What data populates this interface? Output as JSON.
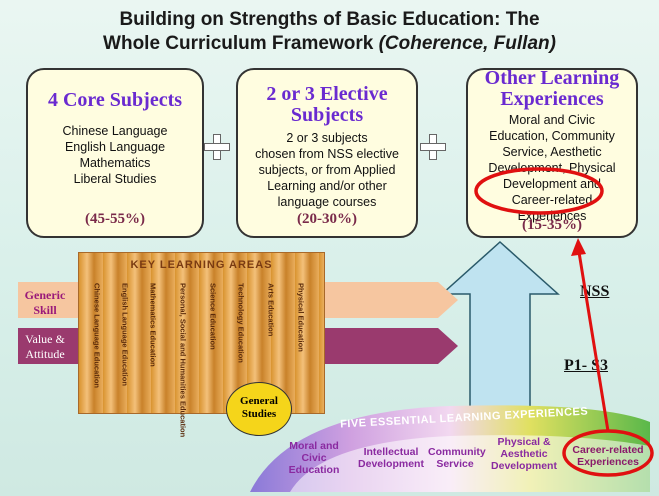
{
  "title": {
    "line1": "Building on Strengths of Basic Education: The",
    "line2": "Whole Curriculum Framework",
    "credit": "(Coherence, Fullan)"
  },
  "boxes": [
    {
      "head": "4 Core Subjects",
      "lines": [
        "Chinese Language",
        "English Language",
        "Mathematics",
        "Liberal Studies"
      ],
      "pct": "(45-55%)"
    },
    {
      "head": "2 or 3 Elective Subjects",
      "lines": [
        "2 or 3 subjects",
        "chosen from NSS elective",
        "subjects, or from Applied",
        "Learning and/or other",
        "language courses"
      ],
      "pct": "(20-30%)"
    },
    {
      "head": "Other Learning Experiences",
      "lines": [
        "Moral and Civic",
        "Education, Community",
        "Service, Aesthetic",
        "Development, Physical",
        "Development and",
        "Career-related",
        "Experiences"
      ],
      "pct": "(15-35%)"
    }
  ],
  "kla": {
    "heading": "KEY LEARNING AREAS",
    "columns": [
      "Chinese Language Education",
      "English Language Education",
      "Mathematics Education",
      "Personal, Social and Humanities Education",
      "Science Education",
      "Technology Education",
      "Arts Education",
      "Physical Education"
    ]
  },
  "arrows": {
    "generic": "Generic Skill",
    "value": "Value & Attitude"
  },
  "levels": {
    "nss": "NSS",
    "p1s3": "P1- S3"
  },
  "general_studies": "General Studies",
  "five_ess": {
    "heading": "FIVE ESSENTIAL LEARNING EXPERIENCES",
    "items": [
      "Moral and Civic Education",
      "Intellectual Development",
      "Community Service",
      "Physical & Aesthetic Development",
      "Career-related Experiences"
    ]
  },
  "colors": {
    "box_head": "#6a2ad0",
    "highlight": "#e01010",
    "up_arrow": "#bfe3f0"
  }
}
